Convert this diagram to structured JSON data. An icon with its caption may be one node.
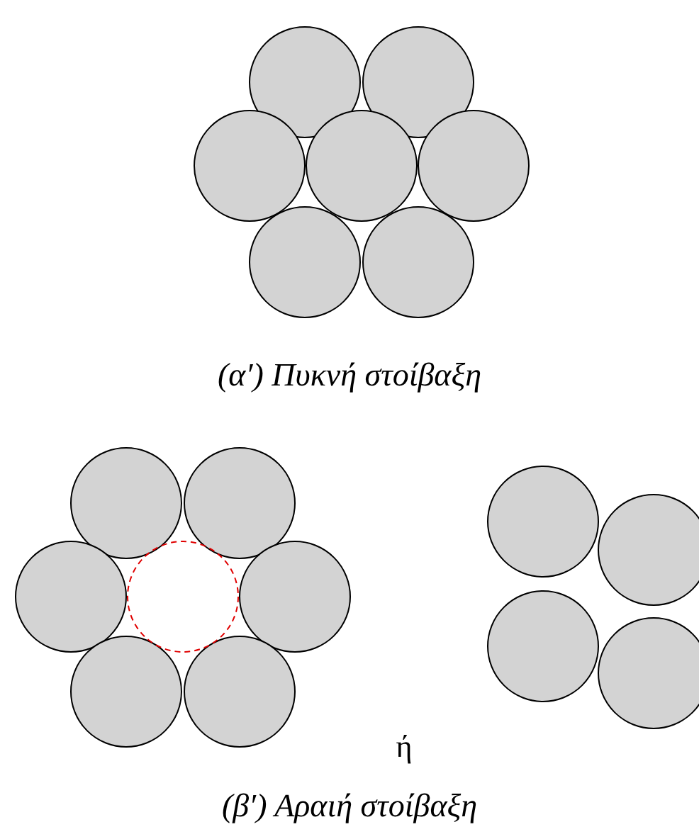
{
  "diagram": {
    "labels": [
      "(α′) Πυκνή στοίβαξη",
      "ή",
      "(β′) Αραιή στοίβαξη"
    ]
  }
}
